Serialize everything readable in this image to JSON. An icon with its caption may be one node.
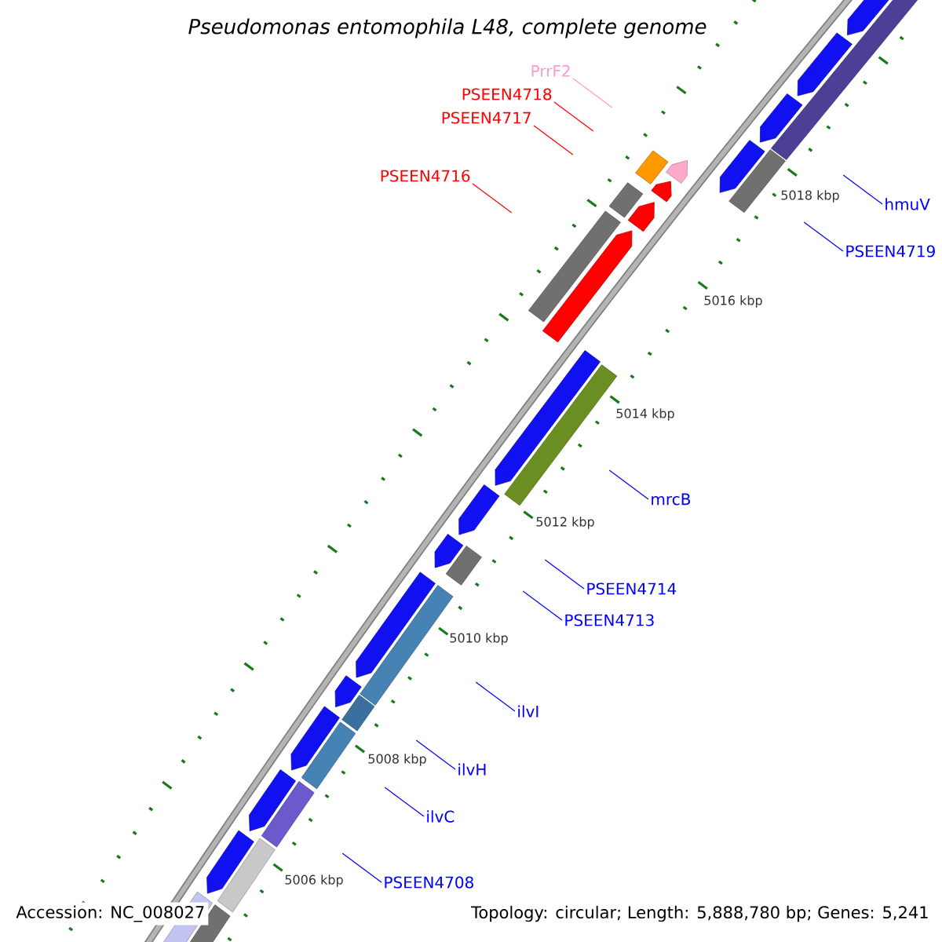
{
  "diagram": {
    "title": "Pseudomonas entomophila L48, complete genome",
    "nodes": [
      {
        "text": [
          "PrrF2"
        ]
      },
      {
        "text": [
          "PSEEN4718"
        ]
      },
      {
        "text": [
          "PSEEN4717"
        ]
      },
      {
        "text": [
          "PSEEN4716"
        ]
      },
      {
        "text": [
          "hmuV"
        ]
      },
      {
        "text": [
          "PSEEN4719"
        ]
      },
      {
        "text": [
          "mrcB"
        ]
      },
      {
        "text": [
          "PSEEN4714"
        ]
      },
      {
        "text": [
          "PSEEN4713"
        ]
      },
      {
        "text": [
          "ilvI"
        ]
      },
      {
        "text": [
          "ilvH"
        ]
      },
      {
        "text": [
          "ilvC"
        ]
      },
      {
        "text": [
          "PSEEN4708"
        ]
      }
    ],
    "edges": [
      {
        "from": 0,
        "to": null,
        "arrow": "none",
        "color": "#ff99cc"
      },
      {
        "from": 1,
        "to": null,
        "arrow": "none",
        "color": "#ff0000"
      },
      {
        "from": 2,
        "to": null,
        "arrow": "none",
        "color": "#ff0000"
      },
      {
        "from": 3,
        "to": null,
        "arrow": "none",
        "color": "#ff0000"
      },
      {
        "from": 4,
        "to": null,
        "arrow": "none"
      },
      {
        "from": 5,
        "to": null,
        "arrow": "none"
      },
      {
        "from": 6,
        "to": null,
        "arrow": "none"
      },
      {
        "from": 7,
        "to": null,
        "arrow": "none"
      },
      {
        "from": 8,
        "to": null,
        "arrow": "none"
      },
      {
        "from": 9,
        "to": null,
        "arrow": "none"
      },
      {
        "from": 10,
        "to": null,
        "arrow": "none"
      },
      {
        "from": 11,
        "to": null,
        "arrow": "none"
      },
      {
        "from": 12,
        "to": null,
        "arrow": "none"
      }
    ],
    "labels": [
      "5018 kbp",
      "5016 kbp",
      "5014 kbp",
      "5012 kbp",
      "5010 kbp",
      "5008 kbp",
      "5006 kbp",
      "Accession: NC_008027",
      "Topology: circular; Length: 5,888,780 bp; Genes: 5,241"
    ]
  }
}
